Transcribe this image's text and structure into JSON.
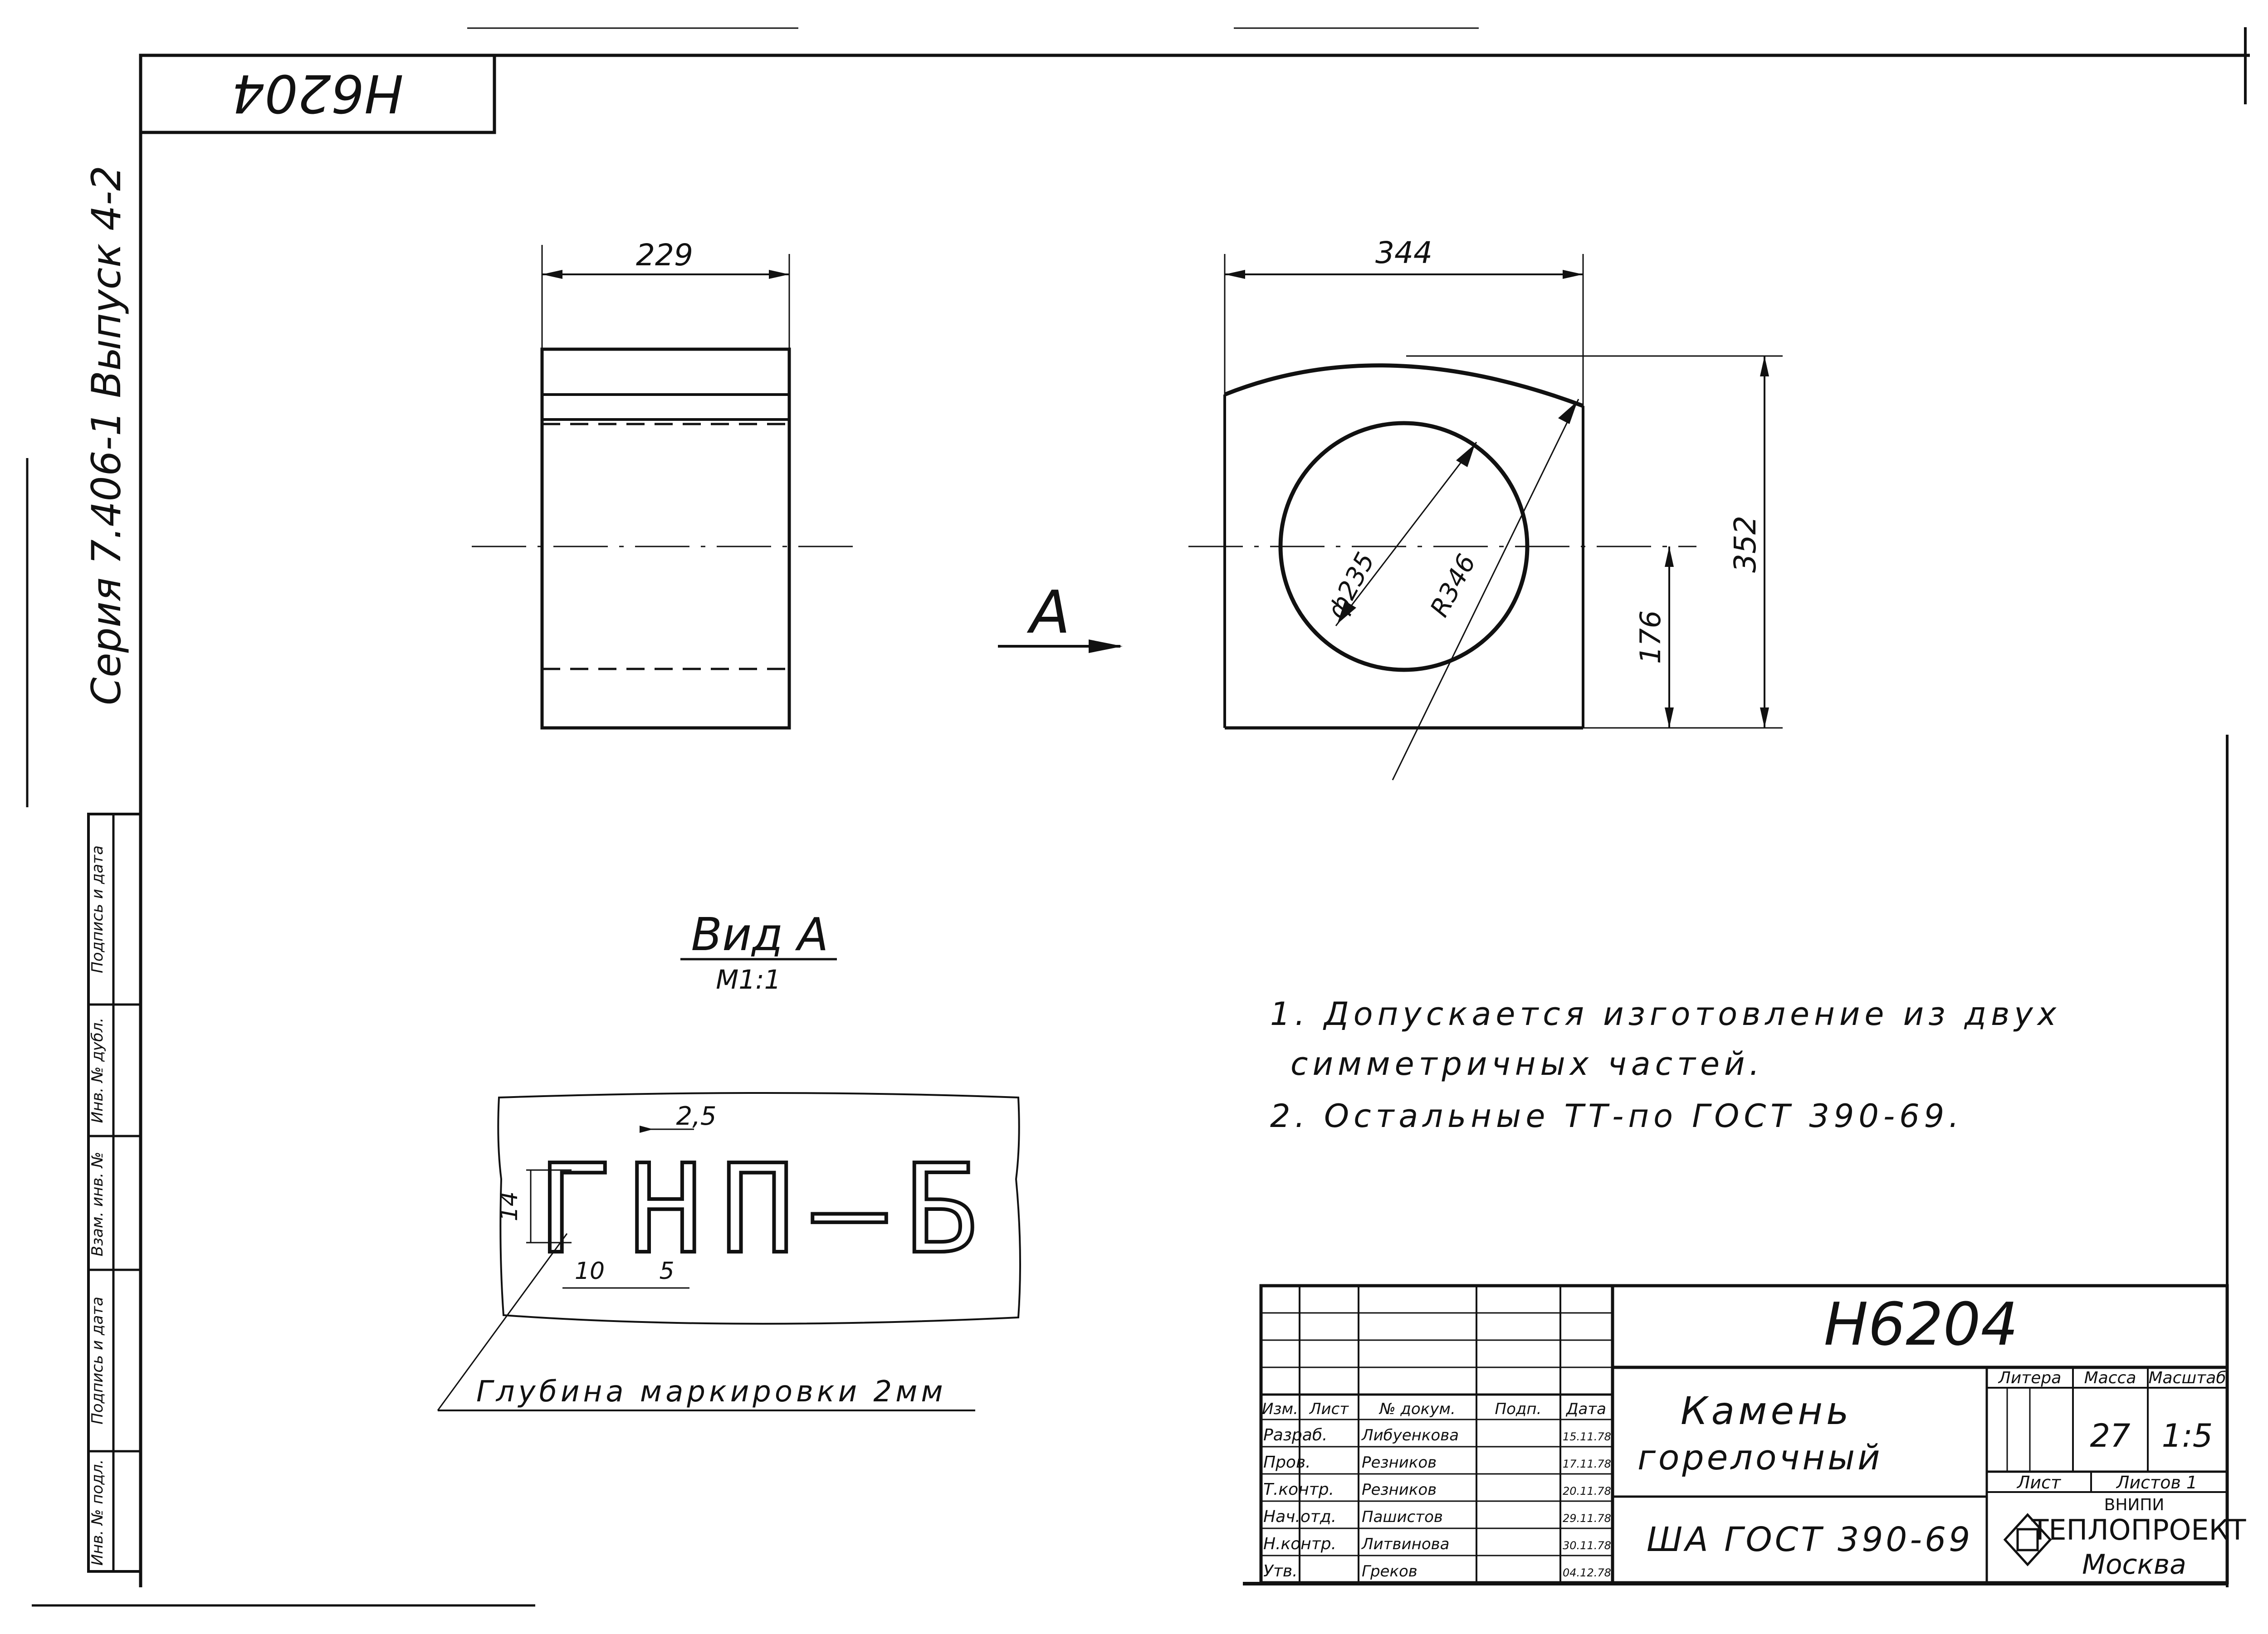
{
  "document": {
    "code_stamp_top": "Н6204",
    "side_label": "Серия 7.406-1      Выпуск 4-2",
    "drawing_number": "Н6204",
    "product_name_line1": "Камень",
    "product_name_line2": "горелочный",
    "standard": "ША   ГОСТ 390-69"
  },
  "front_view": {
    "width_dim": "229"
  },
  "side_view": {
    "width_dim": "344",
    "diameter_dim": "ф235",
    "radius_dim": "R346",
    "half_height_dim": "176",
    "height_dim": "352"
  },
  "view_arrow": {
    "label": "А"
  },
  "view_a": {
    "title": "Вид А",
    "scale": "М1:1",
    "dim_top": "2,5",
    "dim_height": "14",
    "dim_width1": "10",
    "dim_width2": "5",
    "depth_note": "Глубина маркировки 2мм",
    "marking_text": "ГНП–Б"
  },
  "notes": [
    "1. Допускается изготовление из двух",
    "симметричных частей.",
    "2. Остальные ТТ-по ГОСТ 390-69."
  ],
  "title_block": {
    "headers": [
      "Изм.",
      "Лист",
      "№ докум.",
      "Подп.",
      "Дата"
    ],
    "rows": [
      {
        "role": "Разраб.",
        "name": "Либуенкова",
        "date": "15.11.78"
      },
      {
        "role": "Пров.",
        "name": "Резников",
        "date": "17.11.78"
      },
      {
        "role": "Т.контр.",
        "name": "Резников",
        "date": "20.11.78"
      },
      {
        "role": "Нач.отд.",
        "name": "Пашистов",
        "date": "29.11.78"
      },
      {
        "role": "Н.контр.",
        "name": "Литвинова",
        "date": "30.11.78"
      },
      {
        "role": "Утв.",
        "name": "Греков",
        "date": "04.12.78"
      }
    ],
    "litera_label": "Литера",
    "mass_label": "Масса",
    "scale_label": "Масштаб",
    "mass_value": "27",
    "scale_value": "1:5",
    "sheet_label": "Лист",
    "sheets_label": "Листов 1",
    "org_line1": "ВНИПИ",
    "org_line2": "ТЕПЛОПРОЕКТ",
    "org_line3": "Москва"
  },
  "left_strip": {
    "labels": [
      "Инв. № подл.",
      "Подпись и дата",
      "Взам. инв. №",
      "Инв. № дубл.",
      "Подпись и дата"
    ]
  }
}
